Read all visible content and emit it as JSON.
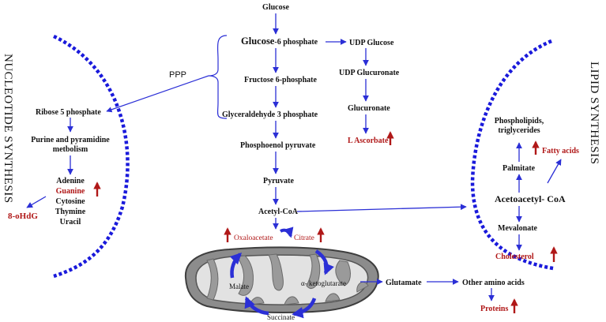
{
  "colors": {
    "arrow": "#2b2fd6",
    "dashed_arc": "#1a1adb",
    "highlight_text": "#b01818",
    "up_arrow": "#b01818",
    "mito_fill": "#8c8c8c"
  },
  "side_labels": {
    "left": "NUCLEOTIDE SYNTHESIS",
    "right": "LIPID SYNTHESIS"
  },
  "glycolysis": {
    "glucose": "Glucose",
    "g6p_main": "Glucose",
    "g6p_suffix": "-6 phosphate",
    "f6p": "Fructose 6-phosphate",
    "g3p": "Glyceraldehyde 3 phosphate",
    "pep": "Phosphoenol pyruvate",
    "pyruvate": "Pyruvate",
    "acetyl_coa": "Acetyl-CoA"
  },
  "ppp": {
    "label": "PPP"
  },
  "uronic": {
    "udp_glucose": "UDP Glucose",
    "udp_glucuronate": "UDP Glucuronate",
    "glucuronate": "Glucuronate",
    "l_ascorbate": "L Ascorbate"
  },
  "nucleotide": {
    "ribose5p": "Ribose 5 phosphate",
    "purine_line1": "Purine and pyramidine",
    "purine_line2": "metbolism",
    "adenine": "Adenine",
    "guanine": "Guanine",
    "cytosine": "Cytosine",
    "thymine": "Thymine",
    "uracil": "Uracil",
    "oxo": "8-oHdG"
  },
  "tca": {
    "oxaloacetate": "Oxaloacetate",
    "citrate": "Citrate",
    "malate": "Malate",
    "alpha_kg": "α- ketoglutarate",
    "succinate": "Succinate"
  },
  "amino": {
    "glutamate": "Glutamate",
    "other": "Other amino acids",
    "proteins": "Proteins"
  },
  "lipid": {
    "phospholipids_line1": "Phospholipids,",
    "phospholipids_line2": "triglycerides",
    "fatty_acids": "Fatty acids",
    "palmitate": "Palmitate",
    "acetoacetyl": "Acetoacetyl- CoA",
    "mevalonate": "Mevalonate",
    "cholesterol": "Cholesterol"
  }
}
